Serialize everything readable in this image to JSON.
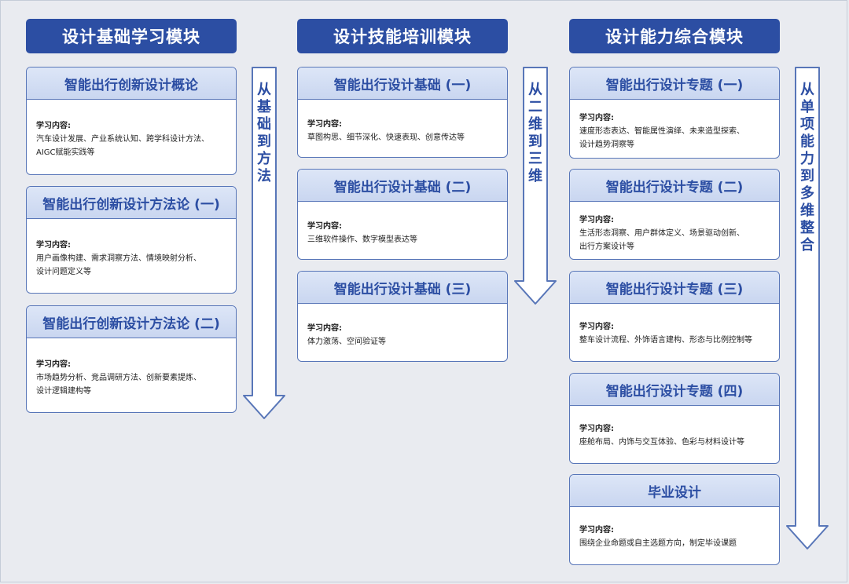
{
  "modules": [
    {
      "title": "设计基础学习模块",
      "flow": "从基础到方法",
      "cards": [
        {
          "title": "智能出行创新设计概论",
          "label": "学习内容:",
          "content": [
            "汽车设计发展、产业系统认知、跨学科设计方法、",
            "AIGC赋能实践等"
          ]
        },
        {
          "title": "智能出行创新设计方法论 (一)",
          "label": "学习内容:",
          "content": [
            "用户画像构建、需求洞察方法、情境映射分析、",
            "设计问题定义等"
          ]
        },
        {
          "title": "智能出行创新设计方法论 (二)",
          "label": "学习内容:",
          "content": [
            "市场趋势分析、竞品调研方法、创新要素提炼、",
            "设计逻辑建构等"
          ]
        }
      ]
    },
    {
      "title": "设计技能培训模块",
      "flow": "从二维到三维",
      "cards": [
        {
          "title": "智能出行设计基础 (一)",
          "label": "学习内容:",
          "content": [
            "草图构思、细节深化、快速表现、创意传达等"
          ]
        },
        {
          "title": "智能出行设计基础 (二)",
          "label": "学习内容:",
          "content": [
            "三维软件操作、数字模型表达等"
          ]
        },
        {
          "title": "智能出行设计基础 (三)",
          "label": "学习内容:",
          "content": [
            "体力激荡、空间验证等"
          ]
        }
      ]
    },
    {
      "title": "设计能力综合模块",
      "flow": "从单项能力到多维整合",
      "cards": [
        {
          "title": "智能出行设计专题 (一)",
          "label": "学习内容:",
          "content": [
            "速度形态表达、智能属性演绎、未来造型探索、",
            "设计趋势洞察等"
          ]
        },
        {
          "title": "智能出行设计专题 (二)",
          "label": "学习内容:",
          "content": [
            "生活形态洞察、用户群体定义、场景驱动创新、",
            "出行方案设计等"
          ]
        },
        {
          "title": "智能出行设计专题 (三)",
          "label": "学习内容:",
          "content": [
            "整车设计流程、外饰语言建构、形态与比例控制等"
          ]
        },
        {
          "title": "智能出行设计专题 (四)",
          "label": "学习内容:",
          "content": [
            "座舱布局、内饰与交互体验、色彩与材料设计等"
          ]
        },
        {
          "title": "毕业设计",
          "label": "学习内容:",
          "content": [
            "围绕企业命题或自主选题方向，制定毕设课题"
          ]
        }
      ]
    }
  ],
  "colors": {
    "header": "#2c4ea3",
    "card_border": "#5876b8",
    "title_fill": "#d4def3",
    "background": "#e9ebf0"
  }
}
